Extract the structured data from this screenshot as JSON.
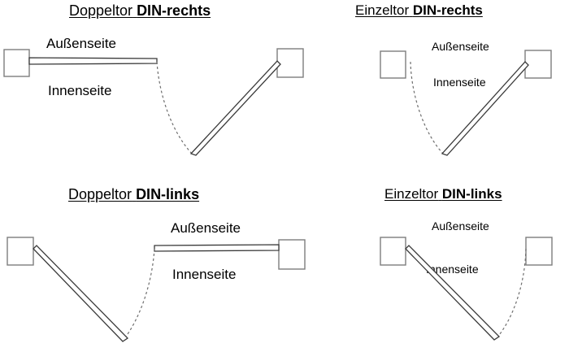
{
  "diagram": {
    "title_prefix_double": "Doppeltor",
    "title_prefix_single": "Einzeltor",
    "label_outside": "Außenseite",
    "label_inside": "Innenseite",
    "colors": {
      "background": "#ffffff",
      "post_stroke": "#7d7d7d",
      "leaf_stroke": "#3a3a3a",
      "arc_stroke": "#6e6e6e",
      "text": "#000000"
    }
  },
  "panels": [
    {
      "id": "doppeltor-din-rechts",
      "title_regular": "Doppeltor",
      "title_bold": "DIN-rechts",
      "gate_type": "Doppeltor",
      "din_direction": "DIN-rechts",
      "outside_label": "Außenseite",
      "inside_label": "Innenseite",
      "leaf_count": 2,
      "closed_leaf": "horizontal-left",
      "open_leaf": "diagonal-down-left-from-right-post",
      "swing_arc": "clockwise-down"
    },
    {
      "id": "einzeltor-din-rechts",
      "title_regular": "Einzeltor",
      "title_bold": "DIN-rechts",
      "gate_type": "Einzeltor",
      "din_direction": "DIN-rechts",
      "outside_label": "Außenseite",
      "inside_label": "Innenseite",
      "leaf_count": 1,
      "closed_leaf": "none",
      "open_leaf": "diagonal-down-left-from-right-post",
      "swing_arc": "from-left-post-down"
    },
    {
      "id": "doppeltor-din-links",
      "title_regular": "Doppeltor",
      "title_bold": "DIN-links",
      "gate_type": "Doppeltor",
      "din_direction": "DIN-links",
      "outside_label": "Außenseite",
      "inside_label": "Innenseite",
      "leaf_count": 2,
      "closed_leaf": "horizontal-right",
      "open_leaf": "diagonal-down-right-from-left-post",
      "swing_arc": "counterclockwise-down"
    },
    {
      "id": "einzeltor-din-links",
      "title_regular": "Einzeltor",
      "title_bold": "DIN-links",
      "gate_type": "Einzeltor",
      "din_direction": "DIN-links",
      "outside_label": "Außenseite",
      "inside_label": "Innenseite",
      "leaf_count": 1,
      "closed_leaf": "none",
      "open_leaf": "diagonal-down-right-from-left-post",
      "swing_arc": "from-right-post-down"
    }
  ]
}
